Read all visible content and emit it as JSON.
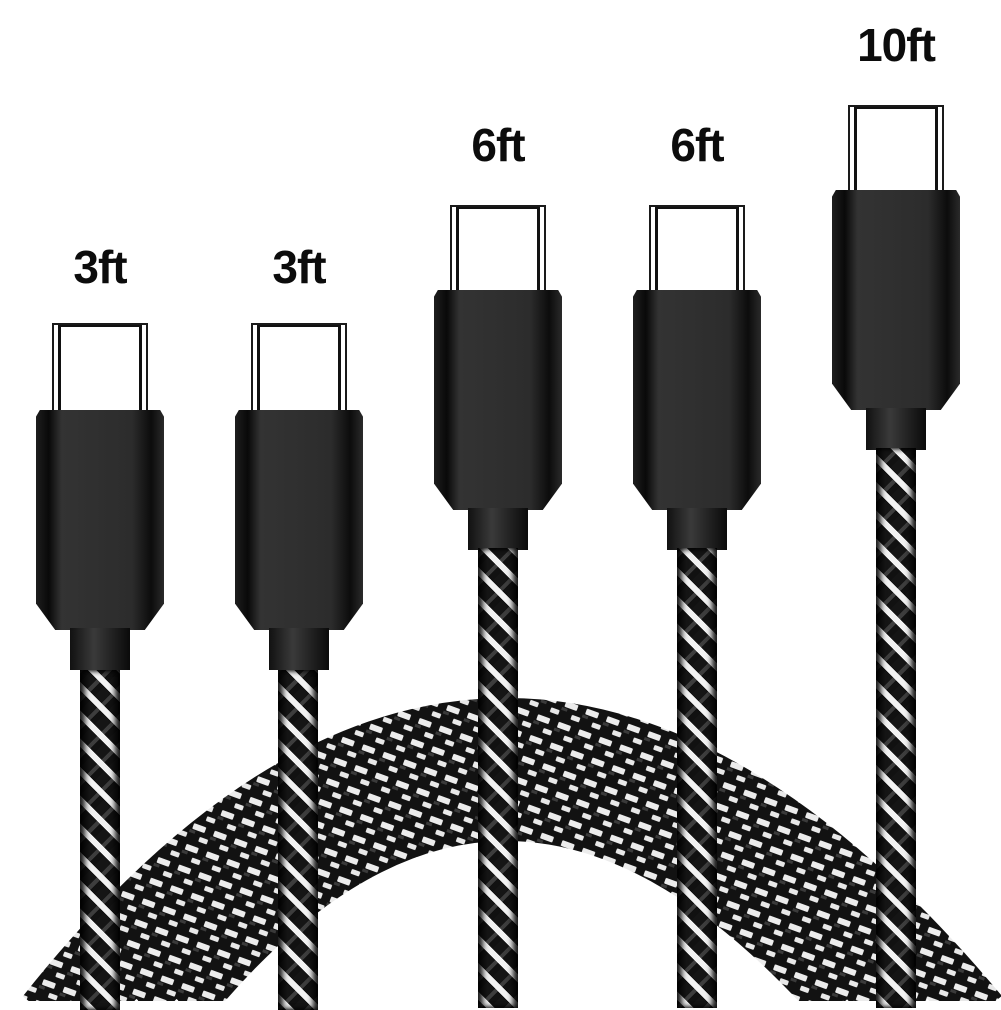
{
  "image": {
    "subject": "USB-C braided cables product photo",
    "background_color": "#ffffff",
    "cable_braid_colors": [
      "#111111",
      "#f2f2f2"
    ],
    "connector_color": "#222222"
  },
  "cables": [
    {
      "label": "3ft",
      "connector": "usb-c"
    },
    {
      "label": "3ft",
      "connector": "usb-c"
    },
    {
      "label": "6ft",
      "connector": "usb-c"
    },
    {
      "label": "6ft",
      "connector": "usb-c"
    },
    {
      "label": "10ft",
      "connector": "usb-c"
    }
  ]
}
